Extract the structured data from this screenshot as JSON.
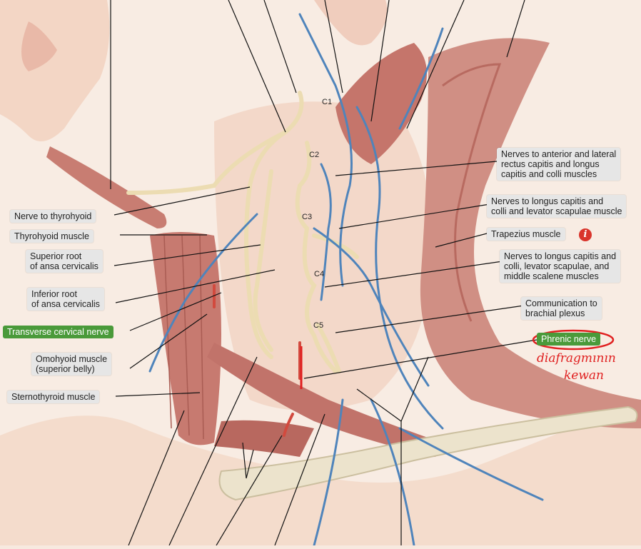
{
  "labels": {
    "nerve_to_thyrohyoid": "Nerve to thyrohyoid",
    "thyrohyoid_muscle": "Thyrohyoid muscle",
    "superior_root": "Superior root\nof ansa cervicalis",
    "inferior_root": "Inferior root\nof ansa cervicalis",
    "transverse_cervical_nerve": "Transverse cervical nerve",
    "omohyoid_muscle": "Omohyoid muscle\n(superior belly)",
    "sternothyroid_muscle": "Sternothyroid muscle",
    "nerves_rectus": "Nerves to anterior and lateral\nrectus capitis and longus\ncapitis and colli muscles",
    "nerves_longus_levator": "Nerves to longus capitis and\ncolli and levator scapulae muscle",
    "trapezius_muscle": "Trapezius muscle",
    "nerves_longus_scalene": "Nerves to longus capitis and\ncolli, levator scapulae, and\nmiddle scalene muscles",
    "communication_brachial": "Communication to\nbrachial plexus",
    "phrenic_nerve": "Phrenic nerve"
  },
  "segments": {
    "c1": "C1",
    "c2": "C2",
    "c3": "C3",
    "c4": "C4",
    "c5": "C5"
  },
  "handwriting": {
    "line1": "diafragmının",
    "line2": "kewan"
  },
  "colors": {
    "highlight_green": "#4a9a3a",
    "annotation_red": "#e02020",
    "skin": "#f3d9c8",
    "muscle": "#c9776d",
    "nerve_yellow": "#efe0b8",
    "vein_blue": "#4a80b8"
  },
  "icons": {
    "info": "info-icon"
  }
}
